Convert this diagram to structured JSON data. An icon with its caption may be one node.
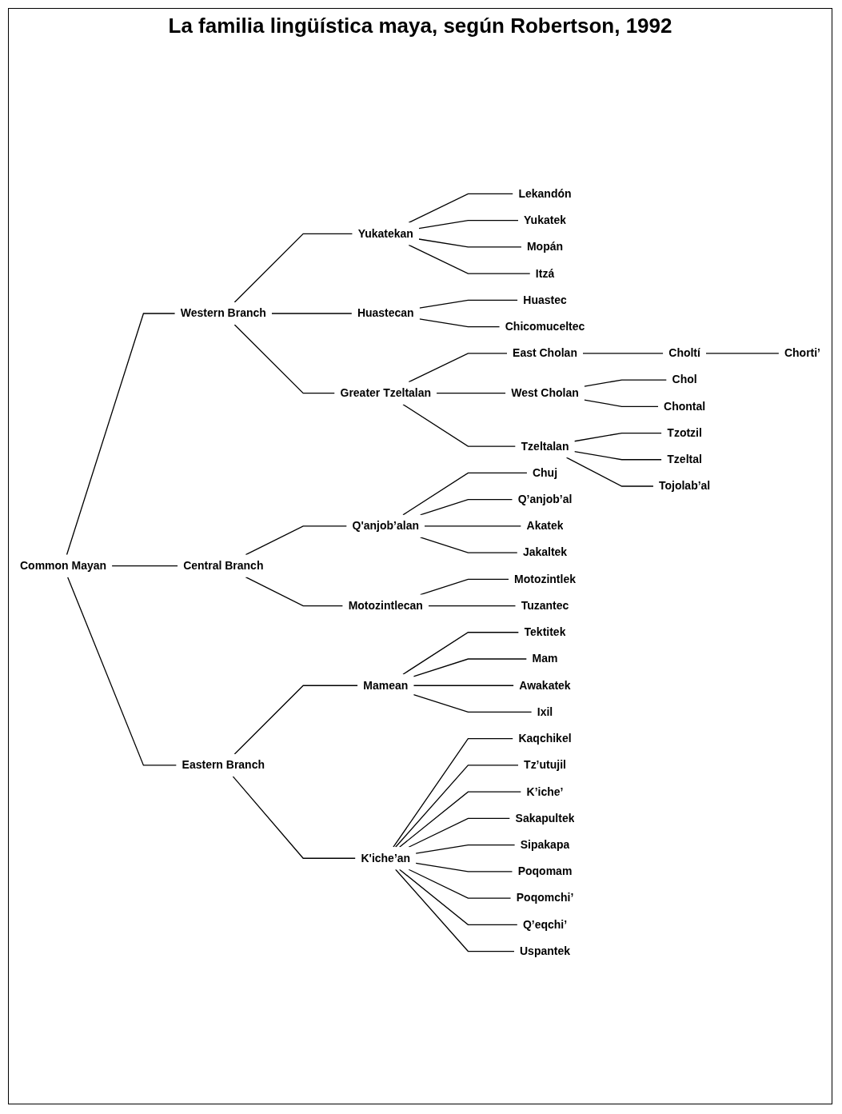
{
  "diagram": {
    "title": "La familia lingüística maya, según Robertson, 1992",
    "nodes": [
      {
        "text": [
          "Common Mayan"
        ]
      },
      {
        "text": [
          "Western Branch"
        ]
      },
      {
        "text": [
          "Yukatekan"
        ]
      },
      {
        "text": [
          "Lekandón"
        ]
      },
      {
        "text": [
          "Yukatek"
        ]
      },
      {
        "text": [
          "Mopán"
        ]
      },
      {
        "text": [
          "Itzá"
        ]
      },
      {
        "text": [
          "Huastecan"
        ]
      },
      {
        "text": [
          "Huastec"
        ]
      },
      {
        "text": [
          "Chicomuceltec"
        ]
      },
      {
        "text": [
          "Greater Tzeltalan"
        ]
      },
      {
        "text": [
          "East Cholan"
        ]
      },
      {
        "text": [
          "Choltí"
        ]
      },
      {
        "text": [
          "Chorti’"
        ]
      },
      {
        "text": [
          "West Cholan"
        ]
      },
      {
        "text": [
          "Chol"
        ]
      },
      {
        "text": [
          "Chontal"
        ]
      },
      {
        "text": [
          "Tzeltalan"
        ]
      },
      {
        "text": [
          "Tzotzil"
        ]
      },
      {
        "text": [
          "Tzeltal"
        ]
      },
      {
        "text": [
          "Tojolab’al"
        ]
      },
      {
        "text": [
          "Central Branch"
        ]
      },
      {
        "text": [
          "Q'anjob’alan"
        ]
      },
      {
        "text": [
          "Chuj"
        ]
      },
      {
        "text": [
          "Q’anjob’al"
        ]
      },
      {
        "text": [
          "Akatek"
        ]
      },
      {
        "text": [
          "Jakaltek"
        ]
      },
      {
        "text": [
          "Motozintlecan"
        ]
      },
      {
        "text": [
          "Motozintlek"
        ]
      },
      {
        "text": [
          "Tuzantec"
        ]
      },
      {
        "text": [
          "Eastern Branch"
        ]
      },
      {
        "text": [
          "Mamean"
        ]
      },
      {
        "text": [
          "Tektitek"
        ]
      },
      {
        "text": [
          "Mam"
        ]
      },
      {
        "text": [
          "Awakatek"
        ]
      },
      {
        "text": [
          "Ixil"
        ]
      },
      {
        "text": [
          "K'iche’an"
        ]
      },
      {
        "text": [
          "Kaqchikel"
        ]
      },
      {
        "text": [
          "Tz’utujil"
        ]
      },
      {
        "text": [
          "K’iche’"
        ]
      },
      {
        "text": [
          "Sakapultek"
        ]
      },
      {
        "text": [
          "Sipakapa"
        ]
      },
      {
        "text": [
          "Poqomam"
        ]
      },
      {
        "text": [
          "Poqomchi’"
        ]
      },
      {
        "text": [
          "Q’eqchi’"
        ]
      },
      {
        "text": [
          "Uspantek"
        ]
      }
    ],
    "edges": [
      {
        "from": 0,
        "to": 1,
        "arrow": "none"
      },
      {
        "from": 0,
        "to": 21,
        "arrow": "none"
      },
      {
        "from": 0,
        "to": 30,
        "arrow": "none"
      },
      {
        "from": 1,
        "to": 2,
        "arrow": "none"
      },
      {
        "from": 1,
        "to": 7,
        "arrow": "none"
      },
      {
        "from": 1,
        "to": 10,
        "arrow": "none"
      },
      {
        "from": 2,
        "to": 3,
        "arrow": "none"
      },
      {
        "from": 2,
        "to": 4,
        "arrow": "none"
      },
      {
        "from": 2,
        "to": 5,
        "arrow": "none"
      },
      {
        "from": 2,
        "to": 6,
        "arrow": "none"
      },
      {
        "from": 7,
        "to": 8,
        "arrow": "none"
      },
      {
        "from": 7,
        "to": 9,
        "arrow": "none"
      },
      {
        "from": 10,
        "to": 11,
        "arrow": "none"
      },
      {
        "from": 10,
        "to": 14,
        "arrow": "none"
      },
      {
        "from": 10,
        "to": 17,
        "arrow": "none"
      },
      {
        "from": 11,
        "to": 12,
        "arrow": "none"
      },
      {
        "from": 12,
        "to": 13,
        "arrow": "none"
      },
      {
        "from": 14,
        "to": 15,
        "arrow": "none"
      },
      {
        "from": 14,
        "to": 16,
        "arrow": "none"
      },
      {
        "from": 17,
        "to": 18,
        "arrow": "none"
      },
      {
        "from": 17,
        "to": 19,
        "arrow": "none"
      },
      {
        "from": 17,
        "to": 20,
        "arrow": "none"
      },
      {
        "from": 21,
        "to": 22,
        "arrow": "none"
      },
      {
        "from": 21,
        "to": 27,
        "arrow": "none"
      },
      {
        "from": 22,
        "to": 23,
        "arrow": "none"
      },
      {
        "from": 22,
        "to": 24,
        "arrow": "none"
      },
      {
        "from": 22,
        "to": 25,
        "arrow": "none"
      },
      {
        "from": 22,
        "to": 26,
        "arrow": "none"
      },
      {
        "from": 27,
        "to": 28,
        "arrow": "none"
      },
      {
        "from": 27,
        "to": 29,
        "arrow": "none"
      },
      {
        "from": 30,
        "to": 31,
        "arrow": "none"
      },
      {
        "from": 30,
        "to": 36,
        "arrow": "none"
      },
      {
        "from": 31,
        "to": 32,
        "arrow": "none"
      },
      {
        "from": 31,
        "to": 33,
        "arrow": "none"
      },
      {
        "from": 31,
        "to": 34,
        "arrow": "none"
      },
      {
        "from": 31,
        "to": 35,
        "arrow": "none"
      },
      {
        "from": 36,
        "to": 37,
        "arrow": "none"
      },
      {
        "from": 36,
        "to": 38,
        "arrow": "none"
      },
      {
        "from": 36,
        "to": 39,
        "arrow": "none"
      },
      {
        "from": 36,
        "to": 40,
        "arrow": "none"
      },
      {
        "from": 36,
        "to": 41,
        "arrow": "none"
      },
      {
        "from": 36,
        "to": 42,
        "arrow": "none"
      },
      {
        "from": 36,
        "to": 43,
        "arrow": "none"
      },
      {
        "from": 36,
        "to": 44,
        "arrow": "none"
      },
      {
        "from": 36,
        "to": 45,
        "arrow": "none"
      }
    ]
  }
}
